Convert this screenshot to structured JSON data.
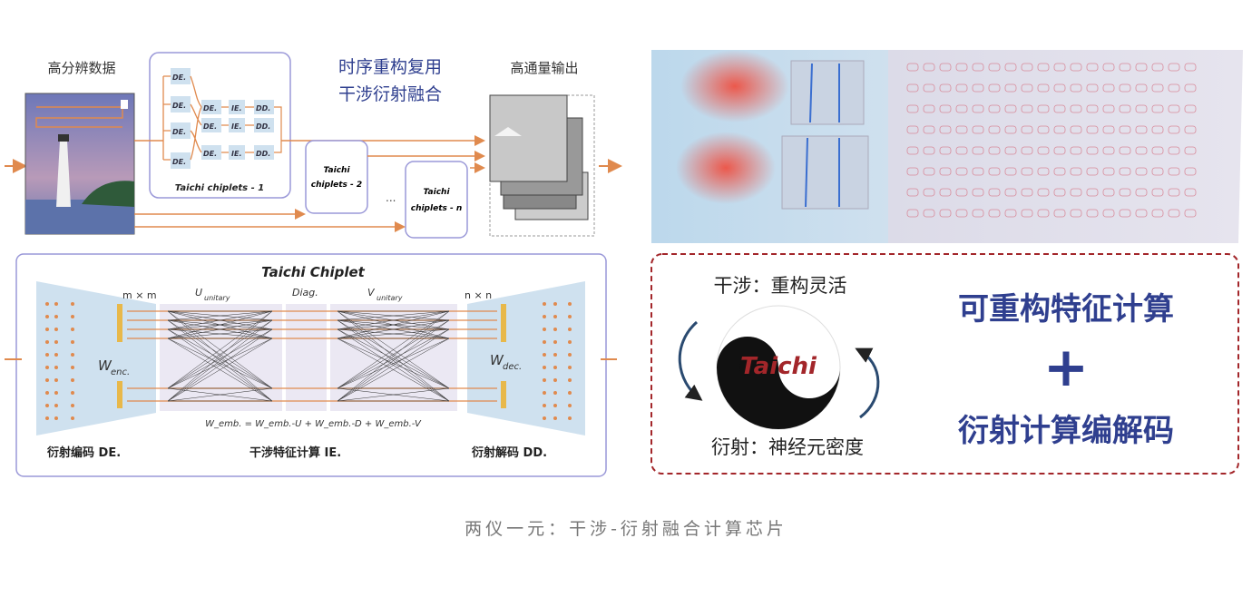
{
  "top_flow": {
    "input_label": "高分辨数据",
    "chiplet1_blocks": {
      "de": "DE.",
      "ie": "IE.",
      "dd": "DD."
    },
    "chiplet1_label": "Taichi chiplets - 1",
    "chiplet2_label_a": "Taichi",
    "chiplet2_label_b": "chiplets - 2",
    "chipletn_label_a": "Taichi",
    "chipletn_label_b": "chiplets - n",
    "ellipsis": "...",
    "heading_line1": "时序重构复用",
    "heading_line2": "干涉衍射融合",
    "output_label": "高通量输出"
  },
  "chiplet_detail": {
    "title": "Taichi Chiplet",
    "m_by_m": "m × m",
    "n_by_n": "n × n",
    "u_unitary": "U",
    "u_sub": "unitary",
    "diag": "Diag.",
    "v_unitary": "V",
    "w_enc": "W",
    "w_enc_sub": "enc.",
    "w_dec": "W",
    "w_dec_sub": "dec.",
    "formula": "W_emb. = W_emb.-U + W_emb.-D + W_emb.-V",
    "label_de": "衍射编码 DE.",
    "label_ie": "干涉特征计算 IE.",
    "label_dd": "衍射解码 DD."
  },
  "summary": {
    "interference": "干涉：重构灵活",
    "diffraction": "衍射：神经元密度",
    "logo_text": "Taichi",
    "right_line1": "可重构特征计算",
    "plus": "+",
    "right_line2": "衍射计算编解码"
  },
  "caption": "两仪一元：干涉-衍射融合计算芯片",
  "colors": {
    "accent_orange": "#e08a4e",
    "box_border": "#9a98d8",
    "dashed_red": "#a3262a",
    "title_blue": "#2f3f8f",
    "panel_blue": "#cfe1ef"
  }
}
